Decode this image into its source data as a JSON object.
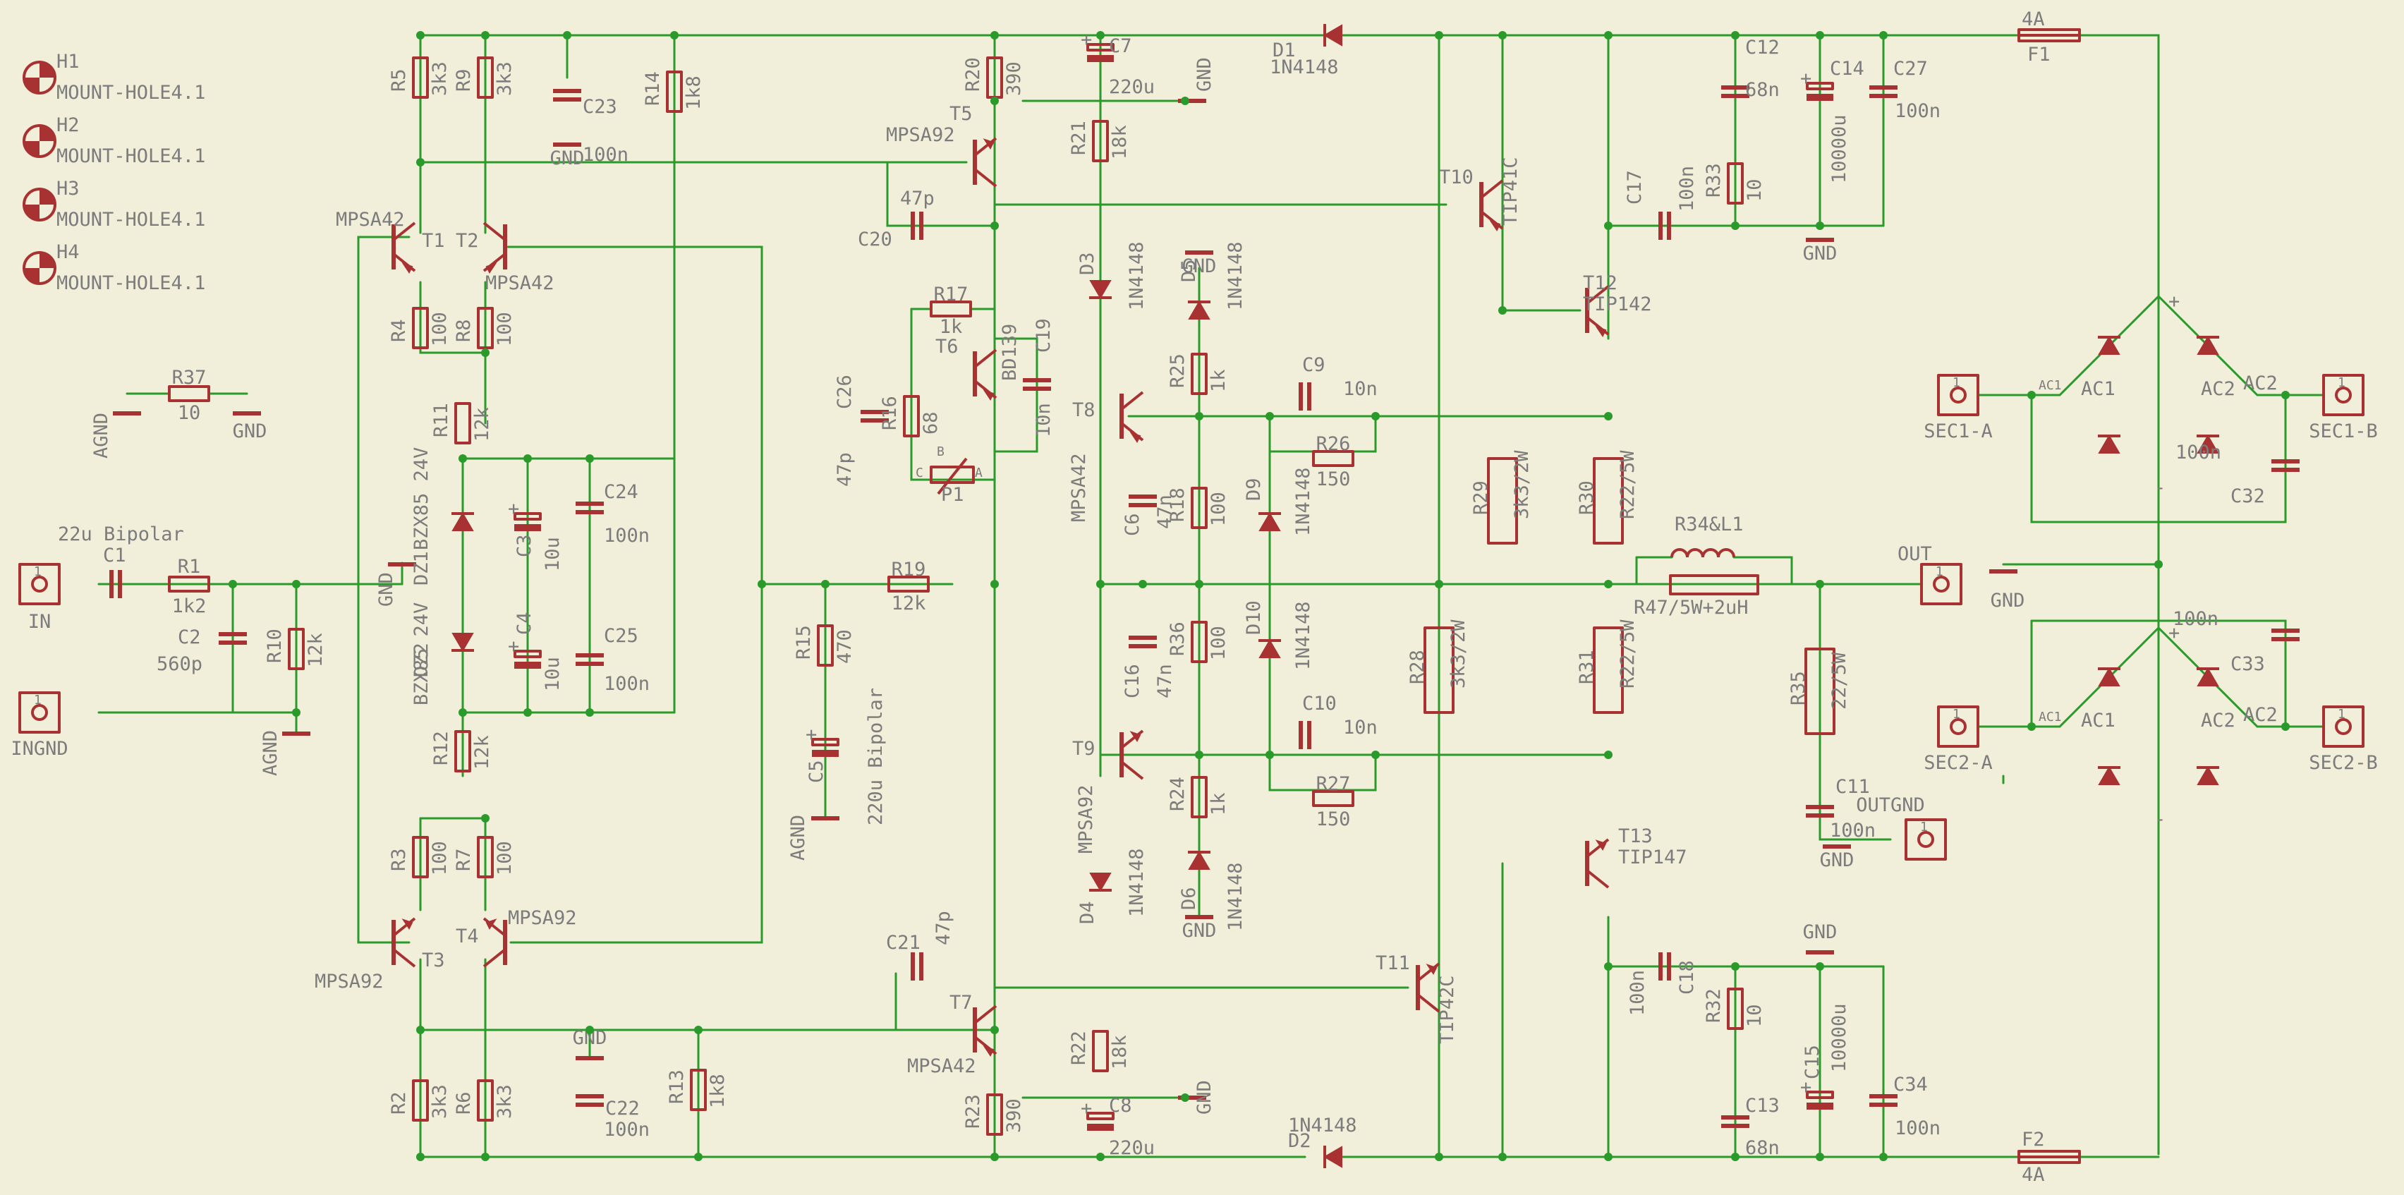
{
  "mount_holes": [
    {
      "name": "H1",
      "value": "MOUNT-HOLE4.1"
    },
    {
      "name": "H2",
      "value": "MOUNT-HOLE4.1"
    },
    {
      "name": "H3",
      "value": "MOUNT-HOLE4.1"
    },
    {
      "name": "H4",
      "value": "MOUNT-HOLE4.1"
    }
  ],
  "resistors": [
    {
      "name": "R1",
      "value": "1k2"
    },
    {
      "name": "R2",
      "value": "3k3"
    },
    {
      "name": "R3",
      "value": "100"
    },
    {
      "name": "R4",
      "value": "100"
    },
    {
      "name": "R5",
      "value": "3k3"
    },
    {
      "name": "R6",
      "value": "3k3"
    },
    {
      "name": "R7",
      "value": "100"
    },
    {
      "name": "R8",
      "value": "100"
    },
    {
      "name": "R9",
      "value": "3k3"
    },
    {
      "name": "R10",
      "value": "12k"
    },
    {
      "name": "R11",
      "value": "12k"
    },
    {
      "name": "R12",
      "value": "12k"
    },
    {
      "name": "R13",
      "value": "1k8"
    },
    {
      "name": "R14",
      "value": "1k8"
    },
    {
      "name": "R15",
      "value": "470"
    },
    {
      "name": "R16",
      "value": "68"
    },
    {
      "name": "R17",
      "value": "1k"
    },
    {
      "name": "R18",
      "value": "100"
    },
    {
      "name": "R19",
      "value": "12k"
    },
    {
      "name": "R20",
      "value": "390"
    },
    {
      "name": "R21",
      "value": "18k"
    },
    {
      "name": "R22",
      "value": "18k"
    },
    {
      "name": "R23",
      "value": "390"
    },
    {
      "name": "R24",
      "value": "1k"
    },
    {
      "name": "R25",
      "value": "1k"
    },
    {
      "name": "R26",
      "value": "150"
    },
    {
      "name": "R27",
      "value": "150"
    },
    {
      "name": "R28",
      "value": "3k3/2W"
    },
    {
      "name": "R29",
      "value": "3k3/2W"
    },
    {
      "name": "R30",
      "value": "R22/5W"
    },
    {
      "name": "R31",
      "value": "R22/5W"
    },
    {
      "name": "R32",
      "value": "10"
    },
    {
      "name": "R33",
      "value": "10"
    },
    {
      "name": "R34&L1",
      "value": "R47/5W+2uH"
    },
    {
      "name": "R35",
      "value": "22/5W"
    },
    {
      "name": "R36",
      "value": "100"
    },
    {
      "name": "R37",
      "value": "10"
    }
  ],
  "capacitors": [
    {
      "name": "C1",
      "value": "22u Bipolar"
    },
    {
      "name": "C2",
      "value": "560p"
    },
    {
      "name": "C3",
      "value": "10u"
    },
    {
      "name": "C4",
      "value": "10u"
    },
    {
      "name": "C5",
      "value": "220u Bipolar"
    },
    {
      "name": "C6",
      "value": "47n"
    },
    {
      "name": "C7",
      "value": "220u"
    },
    {
      "name": "C8",
      "value": "220u"
    },
    {
      "name": "C9",
      "value": "10n"
    },
    {
      "name": "C10",
      "value": "10n"
    },
    {
      "name": "C11",
      "value": "100n"
    },
    {
      "name": "C12",
      "value": "68n"
    },
    {
      "name": "C13",
      "value": "68n"
    },
    {
      "name": "C14",
      "value": "10000u"
    },
    {
      "name": "C15",
      "value": "10000u"
    },
    {
      "name": "C16",
      "value": "47n"
    },
    {
      "name": "C17",
      "value": "100n"
    },
    {
      "name": "C18",
      "value": "100n"
    },
    {
      "name": "C19",
      "value": "10n"
    },
    {
      "name": "C20",
      "value": "47p"
    },
    {
      "name": "C21",
      "value": "47p"
    },
    {
      "name": "C22",
      "value": "100n"
    },
    {
      "name": "C23",
      "value": "100n"
    },
    {
      "name": "C24",
      "value": "100n"
    },
    {
      "name": "C25",
      "value": "100n"
    },
    {
      "name": "C26",
      "value": "47p"
    },
    {
      "name": "C27",
      "value": "100n"
    },
    {
      "name": "C32",
      "value": "100n"
    },
    {
      "name": "C33",
      "value": "100n"
    },
    {
      "name": "C34",
      "value": "100n"
    }
  ],
  "transistors": [
    {
      "name": "T1",
      "value": "MPSA42"
    },
    {
      "name": "T2",
      "value": "MPSA42"
    },
    {
      "name": "T3",
      "value": "MPSA92"
    },
    {
      "name": "T4",
      "value": "MPSA92"
    },
    {
      "name": "T5",
      "value": "MPSA92"
    },
    {
      "name": "T6",
      "value": "BD139"
    },
    {
      "name": "T7",
      "value": "MPSA42"
    },
    {
      "name": "T8",
      "value": "MPSA42"
    },
    {
      "name": "T9",
      "value": "MPSA92"
    },
    {
      "name": "T10",
      "value": "TIP41C"
    },
    {
      "name": "T11",
      "value": "TIP42C"
    },
    {
      "name": "T12",
      "value": "TIP142"
    },
    {
      "name": "T13",
      "value": "TIP147"
    }
  ],
  "diodes": [
    {
      "name": "D1",
      "value": "1N4148"
    },
    {
      "name": "D2",
      "value": "1N4148"
    },
    {
      "name": "D3",
      "value": "1N4148"
    },
    {
      "name": "D4",
      "value": "1N4148"
    },
    {
      "name": "D5",
      "value": "1N4148"
    },
    {
      "name": "D6",
      "value": "1N4148"
    },
    {
      "name": "D9",
      "value": "1N4148"
    },
    {
      "name": "D10",
      "value": "1N4148"
    },
    {
      "name": "DZ1",
      "value": "BZX85 24V"
    },
    {
      "name": "DZ2",
      "value": "BZX85 24V"
    }
  ],
  "fuses": [
    {
      "name": "F1",
      "value": "4A"
    },
    {
      "name": "F2",
      "value": "4A"
    }
  ],
  "trimmer": {
    "name": "P1",
    "pins": [
      "C",
      "B",
      "A"
    ]
  },
  "connectors": [
    "IN",
    "INGND",
    "OUT",
    "OUTGND",
    "SEC1-A",
    "SEC1-B",
    "SEC2-A",
    "SEC2-B"
  ],
  "ground_labels": {
    "gnd": "GND",
    "agnd": "AGND"
  },
  "bridge_labels": {
    "ac1": "AC1",
    "ac2": "AC2",
    "plus": "+",
    "minus": "-",
    "ac": "~"
  },
  "colors": {
    "background": "#f1eed9",
    "wire": "#2a9a2a",
    "part": "#a83232",
    "text": "#7c7c7c"
  }
}
